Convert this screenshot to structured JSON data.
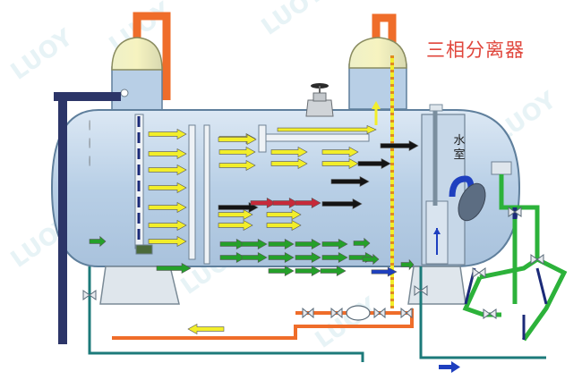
{
  "title": "三相分离器",
  "water_chamber_label": "水\n室",
  "watermark_text": "LUOY",
  "colors": {
    "vessel_fill": "#b8cfe6",
    "vessel_stroke": "#5f7f9c",
    "oil_arrow": "#f2ee2a",
    "water_arrow": "#25a02a",
    "gas_arrow": "#141414",
    "mix_arrow": "#c72a3a",
    "orange_pipe": "#ef6d2a",
    "green_pipe": "#2cb23a",
    "teal_pipe": "#1c7a7a",
    "navy_pipe": "#1b2a78",
    "title_color": "#e0463c"
  },
  "icons": [
    "gate-valve-icon",
    "butterfly-valve-icon",
    "flowmeter-icon"
  ]
}
